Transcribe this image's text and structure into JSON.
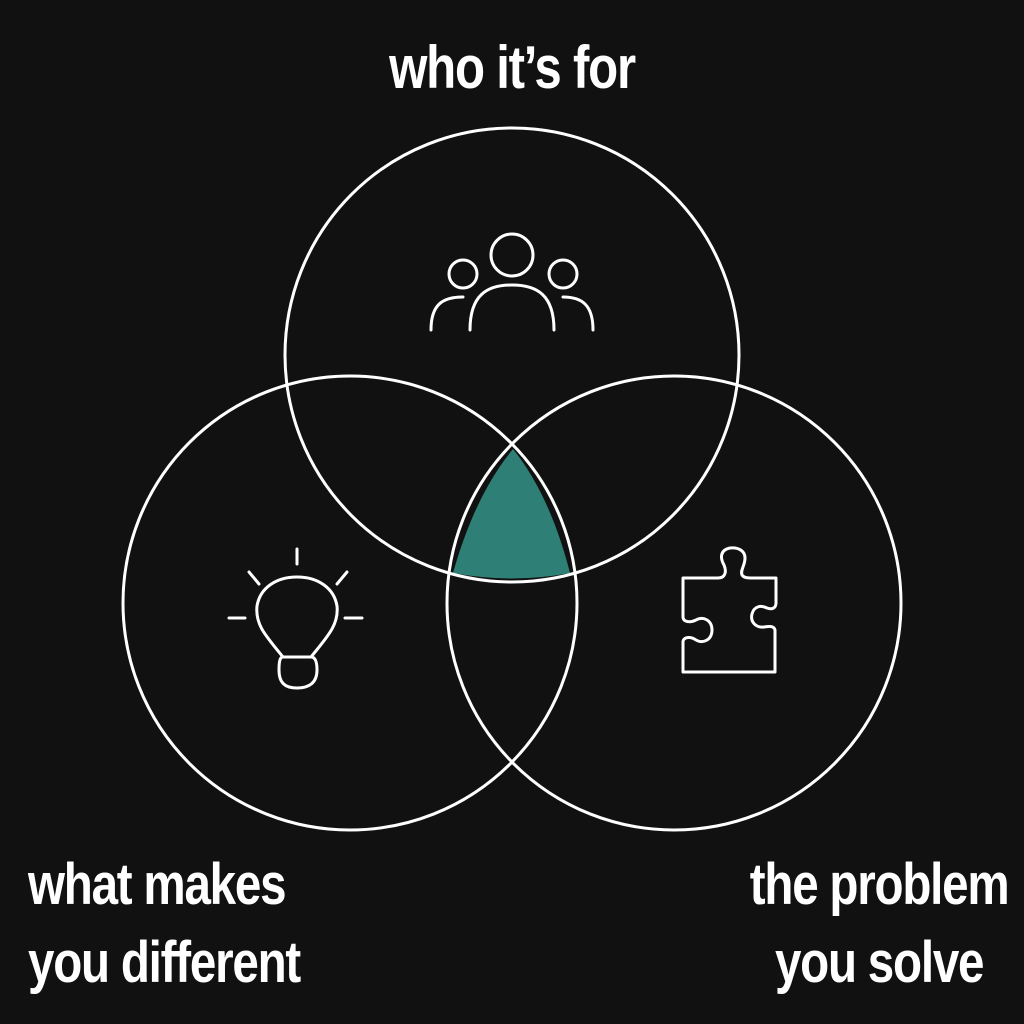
{
  "labels": {
    "top": "who it’s for",
    "left_line1": "what makes",
    "left_line2": "you different",
    "right_line1": "the problem",
    "right_line2": "you solve"
  },
  "icons": {
    "top": "people-group-icon",
    "left": "lightbulb-icon",
    "right": "puzzle-piece-icon"
  },
  "colors": {
    "background": "#111111",
    "stroke": "#ffffff",
    "center_highlight": "#2e7f75"
  }
}
